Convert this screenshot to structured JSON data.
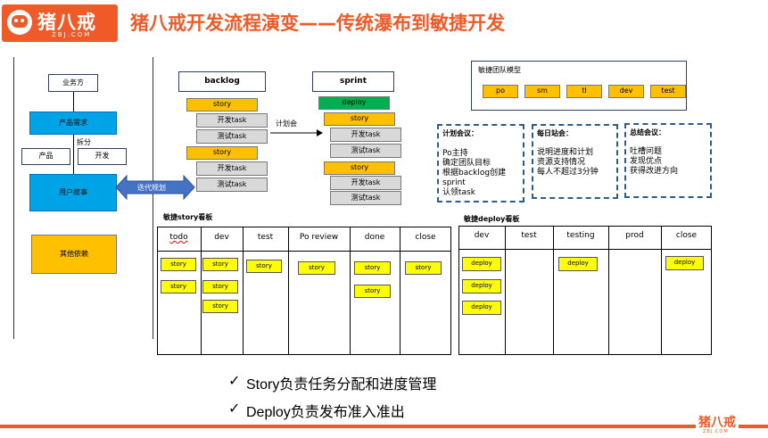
{
  "header": {
    "logo_text": "猪八戒",
    "logo_sub": "ZBJ.COM",
    "title": "猪八戒开发流程演变——传统瀑布到敏捷开发"
  },
  "left_flow": {
    "business": "业务方",
    "product_req": "产品需求",
    "split": "拆分",
    "product": "产品",
    "dev": "开发",
    "user_story": "用户故事",
    "iterate": "迭代规划",
    "other_deps": "其他依赖"
  },
  "backlog": {
    "title": "backlog",
    "items": [
      "story",
      "开发task",
      "测试task",
      "story",
      "开发task",
      "测试task"
    ]
  },
  "plan_label": "计划会",
  "sprint": {
    "title": "sprint",
    "items": [
      "deploy",
      "story",
      "开发task",
      "测试task",
      "story",
      "开发task",
      "测试task"
    ]
  },
  "agile_model": {
    "title": "敏捷团队模型",
    "roles": [
      "po",
      "sm",
      "tl",
      "dev",
      "test"
    ]
  },
  "meetings": [
    {
      "title": "计划会议：",
      "lines": [
        "Po主持",
        "确定团队目标",
        "根据backlog创建",
        "sprint",
        "认领task"
      ]
    },
    {
      "title": "每日站会：",
      "lines": [
        "说明进度和计划",
        "资源支持情况",
        "每人不超过3分钟"
      ]
    },
    {
      "title": "总结会议：",
      "lines": [
        "吐槽问题",
        "发现优点",
        "获得改进方向"
      ]
    }
  ],
  "story_board": {
    "title": "敏捷story看板",
    "columns": [
      "todo",
      "dev",
      "test",
      "Po review",
      "done",
      "close"
    ],
    "card": "story"
  },
  "deploy_board": {
    "title": "敏捷deploy看板",
    "columns": [
      "dev",
      "test",
      "testing",
      "prod",
      "close"
    ],
    "card": "deploy"
  },
  "bullets": [
    "Story负责任务分配和进度管理",
    "Deploy负责发布准入准出"
  ],
  "check_mark": "✓",
  "footer_logo": "猪八戒",
  "footer_sub": "ZBJ.COM",
  "colors": {
    "brand": "#f05a28",
    "accent_blue": "#00a3e6",
    "story": "#ffc000",
    "card": "#ffff00",
    "deploy": "#00b050"
  }
}
